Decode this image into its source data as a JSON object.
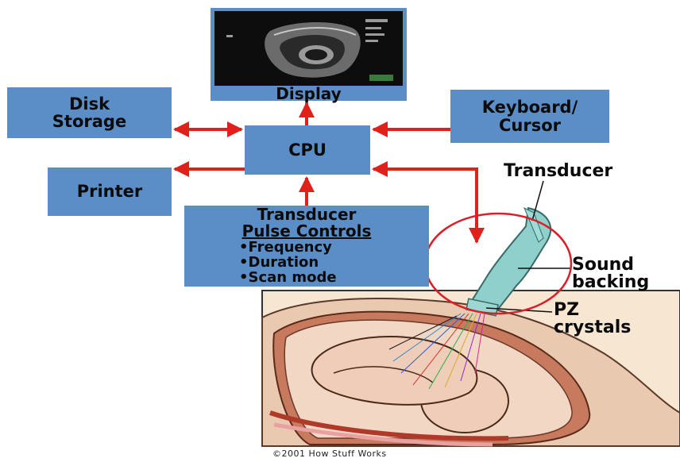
{
  "boxes": {
    "display": "Display",
    "disk": [
      "Disk",
      "Storage"
    ],
    "keyboard": [
      "Keyboard/",
      "Cursor"
    ],
    "cpu": "CPU",
    "printer": "Printer",
    "pulse": {
      "title1": "Transducer",
      "title2": "Pulse Controls",
      "items": [
        "•Frequency",
        "•Duration",
        "•Scan mode"
      ]
    }
  },
  "labels": {
    "transducer": "Transducer",
    "sound_backing": [
      "Sound",
      "backing"
    ],
    "pz_crystals": [
      "PZ",
      "crystals"
    ]
  },
  "credit": "©2001 How Stuff Works",
  "colors": {
    "box": "#5b8ec6",
    "arrow": "#e0201a",
    "circle": "#d8202a",
    "transducer": "#8fd0cc"
  }
}
